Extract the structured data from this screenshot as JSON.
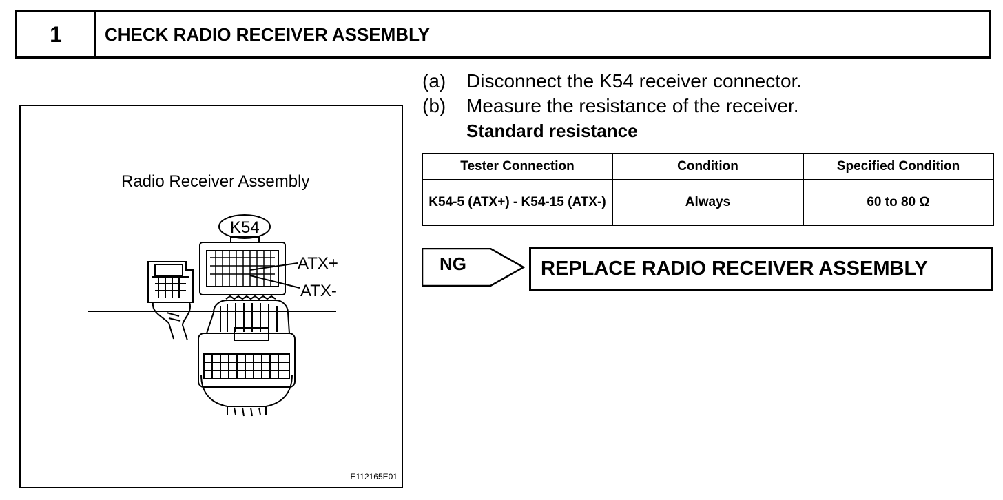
{
  "step": {
    "number": "1",
    "title": "CHECK RADIO RECEIVER ASSEMBLY"
  },
  "figure": {
    "title": "Radio Receiver Assembly",
    "connector_label": "K54",
    "terminal_plus": "ATX+",
    "terminal_minus": "ATX-",
    "figure_id": "E112165E01"
  },
  "instructions": [
    {
      "key": "(a)",
      "text": "Disconnect the K54 receiver connector."
    },
    {
      "key": "(b)",
      "text": "Measure the resistance of the receiver."
    }
  ],
  "standard_label": "Standard resistance",
  "table": {
    "headers": [
      "Tester Connection",
      "Condition",
      "Specified Condition"
    ],
    "rows": [
      [
        "K54-5 (ATX+) - K54-15 (ATX-)",
        "Always",
        "60 to 80 Ω"
      ]
    ]
  },
  "result": {
    "ng_label": "NG",
    "action": "REPLACE RADIO RECEIVER ASSEMBLY"
  }
}
